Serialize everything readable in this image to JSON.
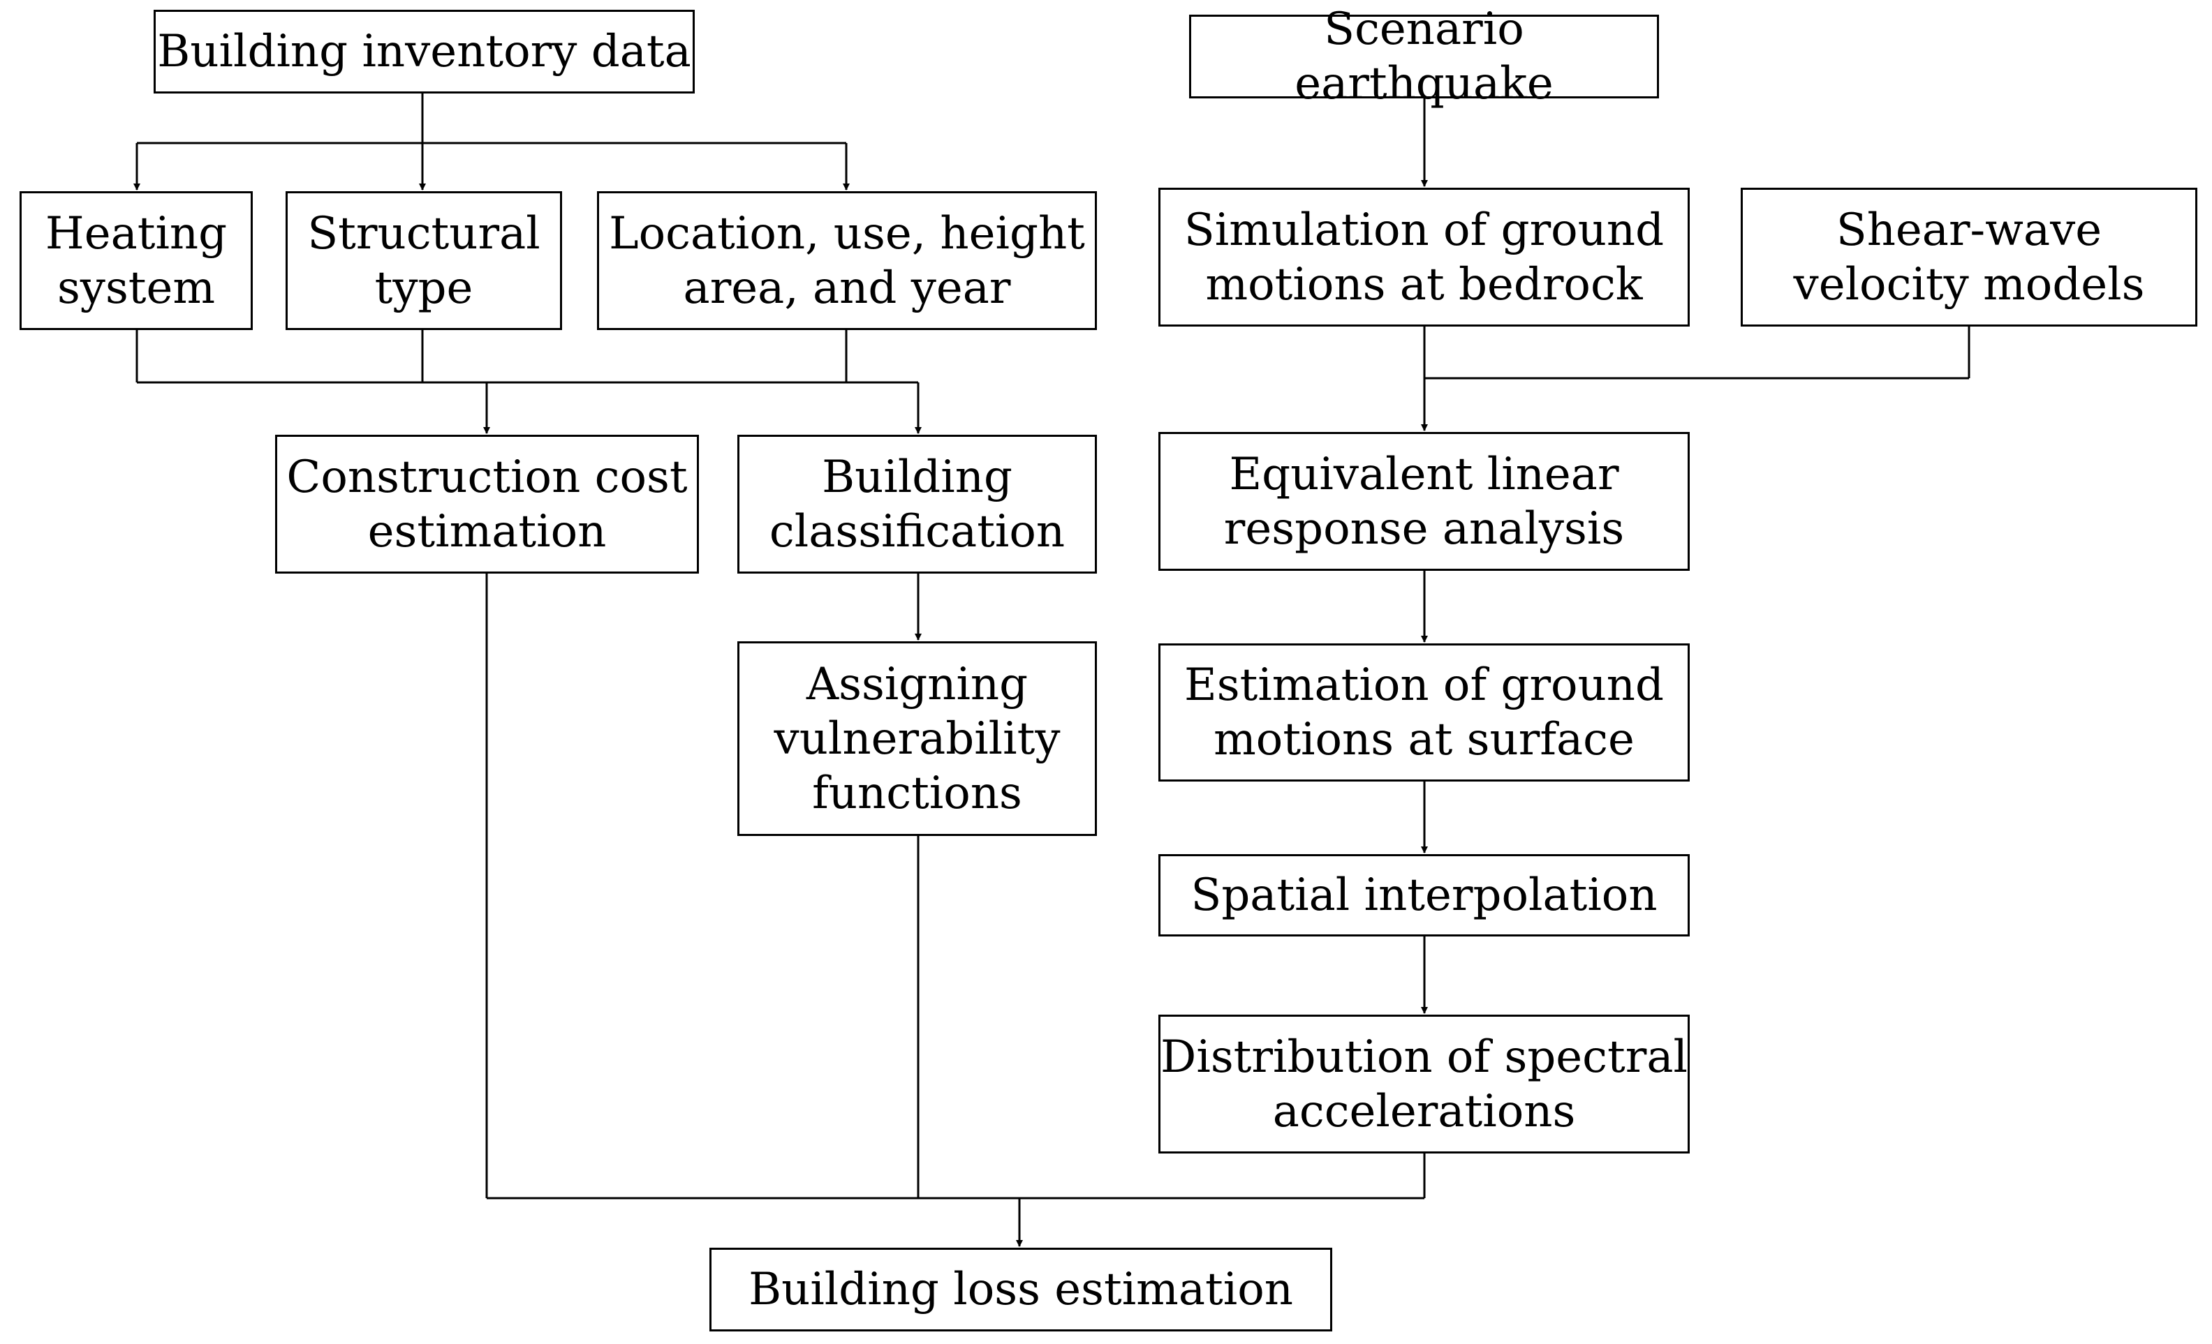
{
  "nodes": {
    "inventory": "Building inventory data",
    "heating": "Heating\nsystem",
    "structural": "Structural\ntype",
    "location": "Location, use, height\narea, and year",
    "cost": "Construction cost\nestimation",
    "classification": "Building\nclassification",
    "vulnerability": "Assigning\nvulnerability\nfunctions",
    "scenario": "Scenario earthquake",
    "simulation": "Simulation of ground\nmotions at bedrock",
    "shearwave": "Shear-wave\nvelocity models",
    "equivalent": "Equivalent linear\nresponse analysis",
    "estimation": "Estimation of ground\nmotions at surface",
    "spatial": "Spatial interpolation",
    "distribution": "Distribution of spectral\naccelerations",
    "loss": "Building loss estimation"
  },
  "colors": {
    "line": "#000000",
    "box_fill": "#ffffff",
    "text": "#000000"
  }
}
